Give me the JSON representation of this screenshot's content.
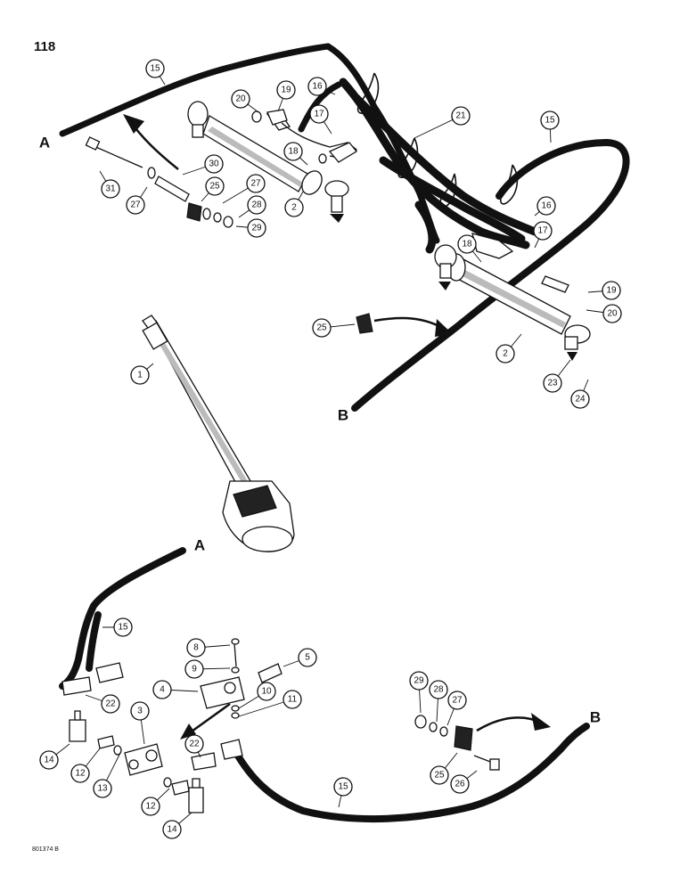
{
  "page": {
    "number": "118",
    "figure_code": "801374 B"
  },
  "connectors": [
    "A",
    "B",
    "A",
    "B"
  ],
  "callouts": [
    "15",
    "20",
    "19",
    "16",
    "17",
    "21",
    "18",
    "15",
    "30",
    "31",
    "27",
    "25",
    "27",
    "28",
    "29",
    "2",
    "16",
    "17",
    "18",
    "19",
    "20",
    "25",
    "2",
    "1",
    "23",
    "24",
    "15",
    "8",
    "9",
    "5",
    "4",
    "10",
    "11",
    "22",
    "3",
    "14",
    "12",
    "13",
    "22",
    "12",
    "14",
    "29",
    "28",
    "27",
    "25",
    "26",
    "15"
  ]
}
